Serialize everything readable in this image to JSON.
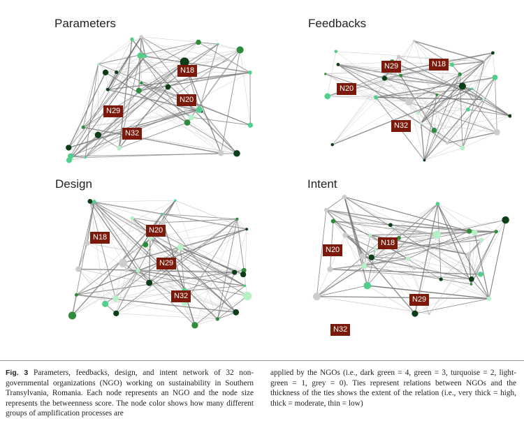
{
  "panels": [
    {
      "title": "Parameters",
      "labels": [
        "N18",
        "N20",
        "N29",
        "N32"
      ]
    },
    {
      "title": "Feedbacks",
      "labels": [
        "N18",
        "N20",
        "N29",
        "N32"
      ]
    },
    {
      "title": "Design",
      "labels": [
        "N18",
        "N20",
        "N29",
        "N32"
      ]
    },
    {
      "title": "Intent",
      "labels": [
        "N18",
        "N20",
        "N29",
        "N32"
      ]
    }
  ],
  "node_colors": {
    "dark_green": "#0b3d16",
    "green": "#2e8b3a",
    "turquoise": "#4fd08a",
    "light_green": "#b6f0c6",
    "grey": "#cccccc"
  },
  "label_color": "#7b1a0b",
  "caption": {
    "fig": "Fig. 3",
    "left": "Parameters, feedbacks, design, and intent network of 32 non-governmental organizations (NGO) working on sustainability in Southern Transylvania, Romania. Each node represents an NGO and the node size represents the betweenness score. The node color shows how many different groups of amplification processes are",
    "right": "applied by the NGOs (i.e., dark green = 4, green = 3, turquoise = 2, light-green = 1, grey = 0). Ties represent relations between NGOs and the thickness of the ties shows the extent of the relation (i.e., very thick = high, thick = moderate, thin = low)"
  }
}
